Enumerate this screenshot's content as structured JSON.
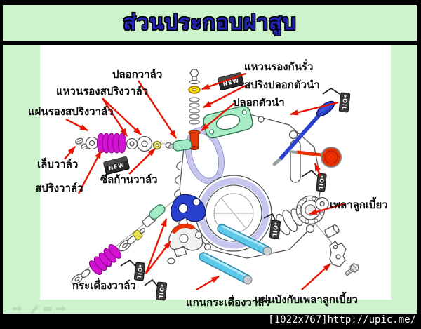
{
  "title": "ส่วนประกอบฝาสูบ",
  "footer": {
    "text": "[1022x767]http://upic.me/"
  },
  "colors": {
    "page_background": "#cdf3cd",
    "frame_border": "#000000",
    "title_text": "#2222b4",
    "panel": "#ffffff",
    "arrow_red": "#e81505",
    "spring_magenta": "#d412d4",
    "valve_blue": "#2941cc",
    "valve_red": "#e93000",
    "rod_cyan": "#5cc8ea",
    "guide_green": "#a3ebc6",
    "gasket_lavender": "#c6c6ef",
    "washer_yellow": "#ffdd00",
    "tag_black": "#3a3a3a"
  },
  "diagram": {
    "labels": {
      "valve_guide": "ปลอกวาล์ว",
      "valve_spring_washer": "แหวนรองสปริงวาล์ว",
      "valve_spring_seat_plate": "แผ่นรองสปริงวาล์ว",
      "valve_keeper": "เล็บวาล์ว",
      "valve_spring": "สปริงวาล์ว",
      "valve_stem_seal": "ซีลก้านวาล์ว",
      "leak_proof_washer": "แหวนรองกันรั่ว",
      "guide_sleeve_spring": "สปริงปลอกตัวนำ",
      "guide_sleeve": "ปลอกตัวนำ",
      "camshaft": "เพลาลูกเบี้ยว",
      "rocker_arm": "กระเดื่องวาล์ว",
      "rocker_arm_shaft": "แกนกระเดื่องวาล์ว",
      "camshaft_guide_plate": "แผ่นบังกับเพลาลูกเบี้ยว"
    },
    "tags": {
      "new": "NEW",
      "oil": "OIL"
    }
  }
}
